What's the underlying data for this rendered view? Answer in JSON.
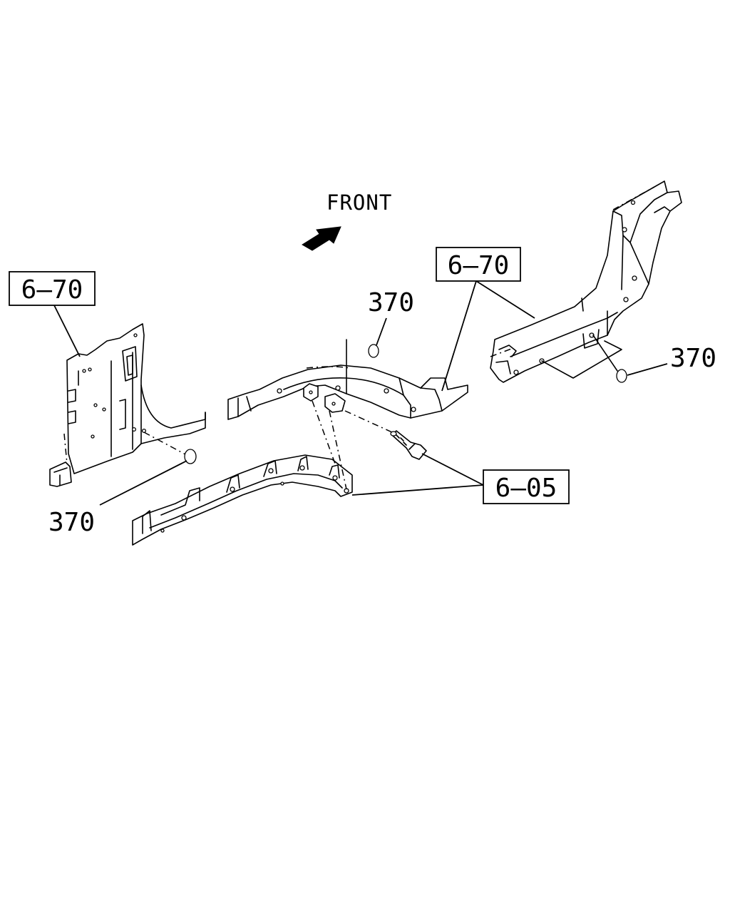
{
  "front_label": "FRONT",
  "callouts": {
    "ref_left": "6–70",
    "ref_right": "6–70",
    "ref_bolt": "6–05",
    "plug_center": "370",
    "plug_right": "370",
    "plug_left": "370"
  }
}
